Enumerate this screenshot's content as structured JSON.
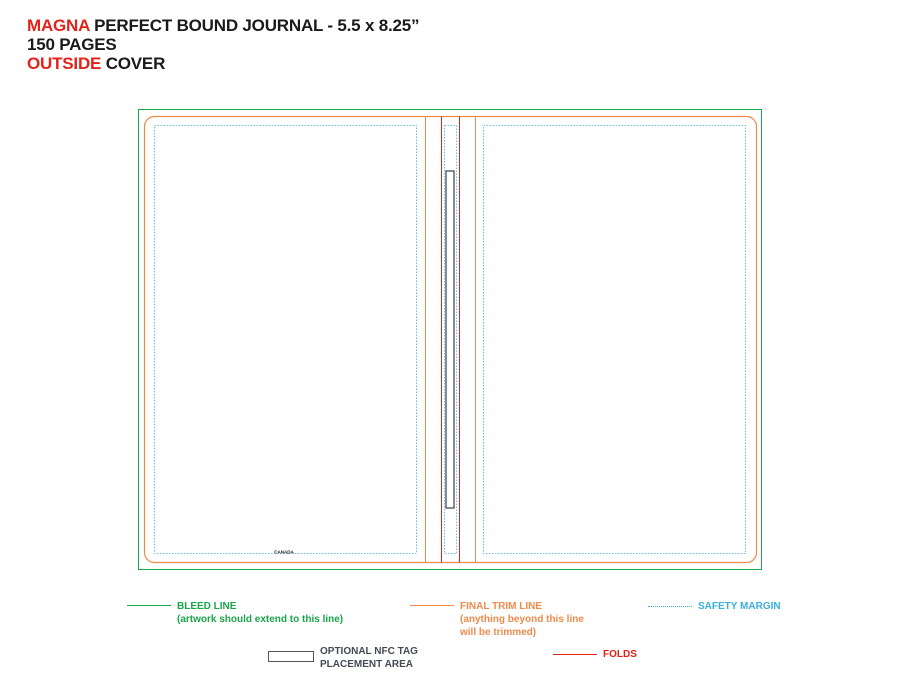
{
  "heading": {
    "line1_accent": "MAGNA",
    "line1_rest": " PERFECT BOUND JOURNAL - 5.5 x 8.25”",
    "line2": "150 PAGES",
    "line3_accent": "OUTSIDE",
    "line3_rest": " COVER"
  },
  "template": {
    "back_cover_label": "CANADA"
  },
  "legend": {
    "bleed": {
      "title": "BLEED LINE",
      "note": "(artwork should extend to this line)"
    },
    "trim": {
      "title": "FINAL TRIM LINE",
      "note_line1": "(anything beyond this line",
      "note_line2": "will be trimmed)"
    },
    "safety": {
      "title": "SAFETY MARGIN"
    },
    "nfc": {
      "title_line1": "OPTIONAL NFC TAG",
      "title_line2": "PLACEMENT AREA"
    },
    "folds": {
      "title": "FOLDS"
    }
  },
  "colors": {
    "bleed": "#1aa64a",
    "trim": "#f08a4b",
    "safety": "#3aaee0",
    "folds": "#e2231a",
    "accent": "#e2231a",
    "text": "#1a1a1a"
  }
}
